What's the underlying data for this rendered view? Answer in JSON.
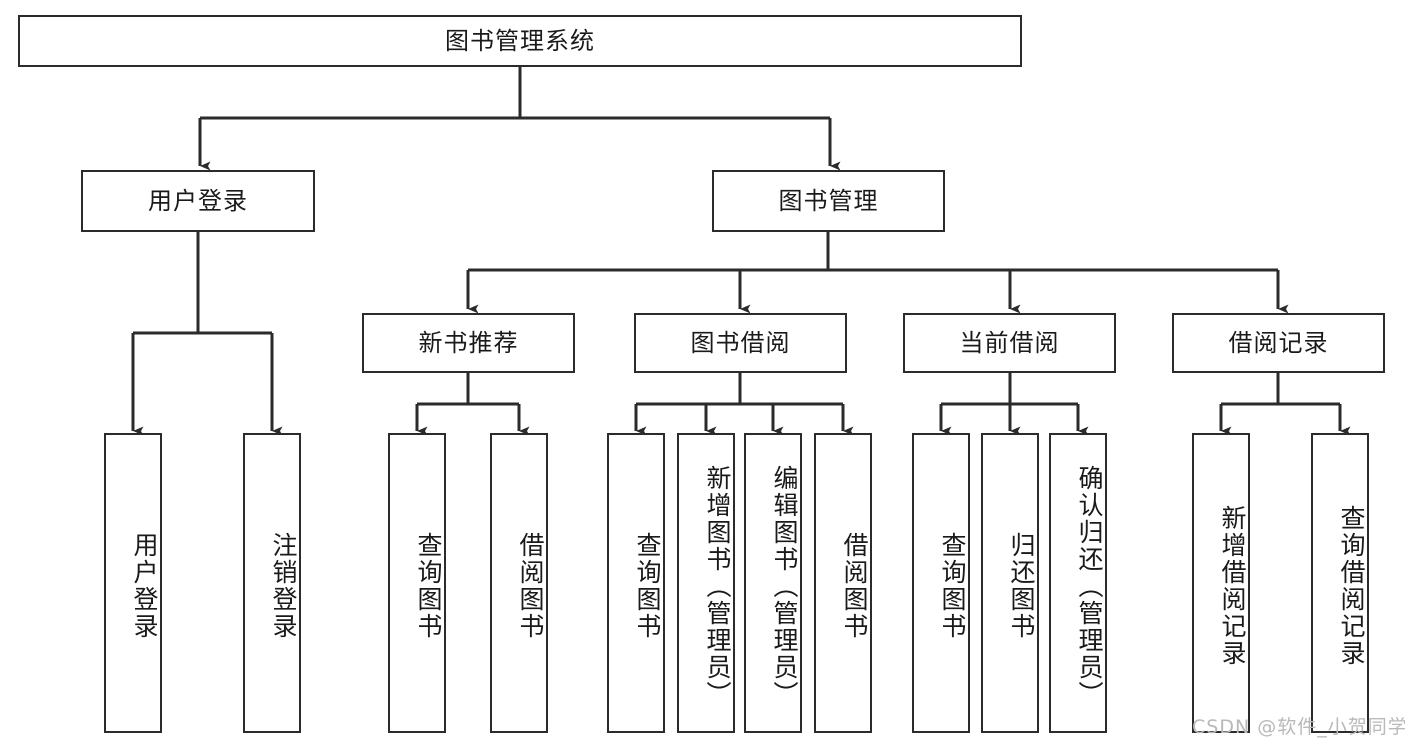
{
  "diagram": {
    "title": "图书管理系统",
    "type": "hierarchy-tree",
    "root": {
      "id": "root",
      "label": "图书管理系统"
    },
    "level2": [
      {
        "id": "user-login",
        "label": "用户登录"
      },
      {
        "id": "book-manage",
        "label": "图书管理"
      }
    ],
    "level3": [
      {
        "id": "new-book-recommend",
        "label": "新书推荐",
        "parent": "book-manage"
      },
      {
        "id": "book-borrow",
        "label": "图书借阅",
        "parent": "book-manage"
      },
      {
        "id": "current-borrow",
        "label": "当前借阅",
        "parent": "book-manage"
      },
      {
        "id": "borrow-record",
        "label": "借阅记录",
        "parent": "book-manage"
      }
    ],
    "leaves": [
      {
        "id": "leaf-user-login",
        "label": "用户登录",
        "parent": "user-login"
      },
      {
        "id": "leaf-user-logout",
        "label": "注销登录",
        "parent": "user-login"
      },
      {
        "id": "leaf-query-book-1",
        "label": "查询图书",
        "parent": "new-book-recommend"
      },
      {
        "id": "leaf-borrow-book-1",
        "label": "借阅图书",
        "parent": "new-book-recommend"
      },
      {
        "id": "leaf-query-book-2",
        "label": "查询图书",
        "parent": "book-borrow"
      },
      {
        "id": "leaf-add-book",
        "label": "新增图书（管理员）",
        "parent": "book-borrow"
      },
      {
        "id": "leaf-edit-book",
        "label": "编辑图书（管理员）",
        "parent": "book-borrow"
      },
      {
        "id": "leaf-borrow-book-2",
        "label": "借阅图书",
        "parent": "book-borrow"
      },
      {
        "id": "leaf-query-book-3",
        "label": "查询图书",
        "parent": "current-borrow"
      },
      {
        "id": "leaf-return-book",
        "label": "归还图书",
        "parent": "current-borrow"
      },
      {
        "id": "leaf-confirm-return",
        "label": "确认归还（管理员）",
        "parent": "current-borrow"
      },
      {
        "id": "leaf-add-record",
        "label": "新增借阅记录",
        "parent": "borrow-record"
      },
      {
        "id": "leaf-query-record",
        "label": "查询借阅记录",
        "parent": "borrow-record"
      }
    ]
  },
  "watermark": {
    "text": "CSDN @软件_小贺同学"
  },
  "colors": {
    "stroke": "#2b2b2b",
    "fill": "#ffffff",
    "text": "#1a1a1a",
    "watermark": "#b9b9b9"
  }
}
